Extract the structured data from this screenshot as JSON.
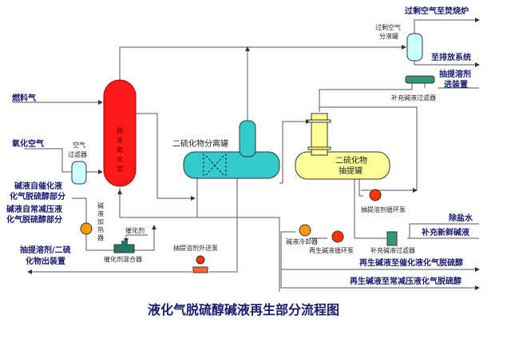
{
  "colors": {
    "tower": "#ff1a1a",
    "separator": "#33cccc",
    "extractor": "#ffff99",
    "pump": "#ff6633",
    "heater": "#ff9900",
    "filter": "#339977",
    "drum": "#ccffff",
    "text": "#1a1a6e"
  },
  "labels": {
    "fuel_gas": "燃料气",
    "oxidation_air": "氧化空气",
    "air_filter_1": "空气",
    "air_filter_2": "过滤器",
    "tower": [
      "碱",
      "液",
      "氧",
      "化",
      "塔"
    ],
    "auto_cat_1": "碱液自催化液",
    "auto_cat_2": "化气脱硫醇部分",
    "auto_atm_1": "碱液自常减压液",
    "auto_atm_2": "化气脱硫醇部分",
    "heater": [
      "碱",
      "液",
      "加",
      "热",
      "器"
    ],
    "catalyst": "催化剂",
    "catalyst_mixer": "催化剂混合器",
    "solvent_out_1": "抽提溶剂/二硫",
    "solvent_out_2": "化物出装置",
    "solvent_out_pump": "抽提溶剂外送泵",
    "disulfide_separator": "二硫化物分离罐",
    "excess_air_incinerator": "过剩空气至焚烧炉",
    "excess_air_drum_1": "过剩空气",
    "excess_air_drum_2": "分液罐",
    "to_discharge": "至排放系统",
    "solvent_in_1": "抽提溶剂",
    "solvent_in_2": "进装置",
    "makeup_filter_top": "补充碱液过滤器",
    "extractor_1": "二硫化物",
    "extractor_2": "抽提罐",
    "solvent_circ_pump": "抽提溶剂循环泵",
    "demin_water": "除盐水",
    "fresh_caustic": "补充新鲜碱液",
    "caustic_cooler": "碱液冷却器",
    "regen_circ_pump": "再生碱液循环泵",
    "makeup_filter_bottom": "补充碱液过滤器",
    "regen_to_cat": "再生碱液至催化液化气脱硫醇",
    "regen_to_atm": "再生碱液至常减压液化气脱硫醇"
  },
  "title": "液化气脱硫醇碱液再生部分流程图"
}
